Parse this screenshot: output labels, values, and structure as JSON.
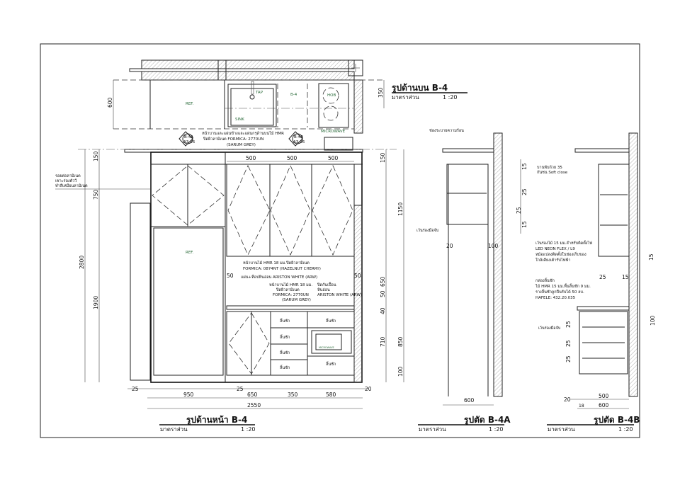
{
  "plan": {
    "title": "รูปด้านบน B-4",
    "scale_label": "มาตราส่วน",
    "scale": "1 :20",
    "labels": {
      "ref": "REF.",
      "tap": "TAP",
      "sink": "SINK",
      "b4": "B-4",
      "hob": "HOB",
      "microwave": "MICROWAVE"
    },
    "dims": {
      "depth": "600",
      "hob": "350"
    },
    "note": [
      "หน้าบานและแผ่นข้างและแผ่นกรุด้านบนไม้ HMR",
      "ปิดผิวลามิเนต FORMICA: 2770UN",
      "(SARUM GREY)"
    ],
    "section_marks": [
      {
        "id": "B-4A",
        "sheet": "A3-06"
      },
      {
        "id": "B-4B",
        "sheet": "A3-06"
      }
    ]
  },
  "elevation": {
    "title": "รูปด้านหน้า B-4",
    "scale_label": "มาตราส่วน",
    "scale": "1 :20",
    "ref_label": "REF.",
    "left_note": [
      "รอยต่อลามิเนต",
      "เซาะร่องตัววี",
      "ทำสีเหมือนลามิเนต"
    ],
    "notes": {
      "backsplash": [
        "หน้าบานไม้ HMR 18 มม.ปิดผิวลามิเนต",
        "FORMICA: 0874NT (HAZELNUT CHERRY)"
      ],
      "counter": "แผ่น+ท็อปหินอ่อน ARISTON WHITE (ARW)",
      "doors": [
        "หน้าบานไม้ HMR 18 มม.",
        "ปิดผิวลามิเนต",
        "FORMICA: 2770UN",
        "(SARUM GREY)"
      ],
      "edge": [
        "ปิดกันเปื้อน",
        "หินอ่อน",
        "ARISTON WHITE (ARW)"
      ]
    },
    "drawer_label": "ลิ้นชัก",
    "microwave_label": "MICROWAVE",
    "dims_top": [
      "500",
      "500",
      "500"
    ],
    "dims_left": [
      "150",
      "750",
      "2800",
      "1900"
    ],
    "dims_right": [
      "150",
      "1150",
      "650",
      "50",
      "40",
      "710",
      "850",
      "100"
    ],
    "dims_side": [
      "50",
      "50"
    ],
    "dims_bottom": [
      "25",
      "25",
      "20",
      "950",
      "650",
      "350",
      "580",
      "2550"
    ]
  },
  "section_a": {
    "title": "รูปตัด B-4A",
    "scale_label": "มาตราส่วน",
    "scale": "1 :20",
    "notes": [
      "ช่องระบายความร้อน",
      "เว้นร่องมือจับ"
    ],
    "dims": [
      "15",
      "25",
      "25",
      "15",
      "20",
      "100",
      "600"
    ]
  },
  "section_b": {
    "title": "รูปตัด B-4B",
    "scale_label": "มาตราส่วน",
    "scale": "1 :20",
    "notes": {
      "hinge": [
        "บานพับถ้วย 35",
        "กันชน Soft close"
      ],
      "led": [
        "เว้นร่องไม้ 15 มม.สำหรับติดตั้งไฟ",
        "LED NEON FLEX / L9",
        "หม้อแปลงติดตั้งในช่องเก็บของ",
        "ใกล้เคียงเต้ารับไฟฟ้า"
      ],
      "drawer": [
        "กล่องลิ้นชัก",
        "ไม้ HMR 15 มม.พื้นลิ้นชัก 9 มม.",
        "รางลิ้นชักลูกปืนรับได้ 50 ลบ.",
        "HAFELE: 432.20.035"
      ],
      "handle": "เว้นร่องมือจับ"
    },
    "dims": [
      "15",
      "25",
      "15",
      "100",
      "25",
      "25",
      "25",
      "20",
      "500",
      "18",
      "600"
    ]
  },
  "colors": {
    "line": "#222222",
    "label_green": "#2a6b3a"
  }
}
